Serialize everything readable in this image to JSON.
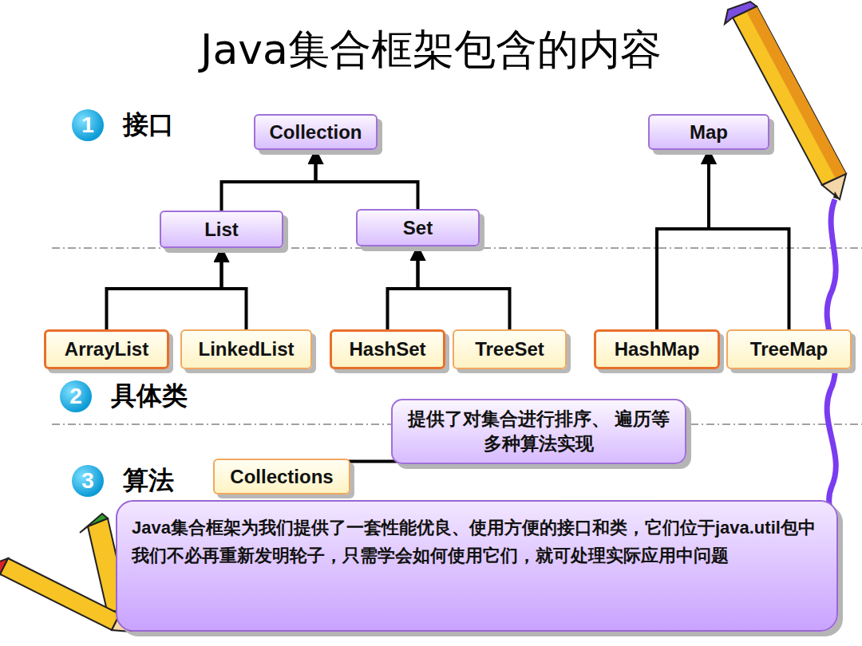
{
  "diagram": {
    "title": "Java集合框架包含的内容",
    "nodes": [
      {
        "text": [
          "1",
          "接口"
        ]
      },
      {
        "text": [
          "Collection"
        ]
      },
      {
        "text": [
          "Map"
        ]
      },
      {
        "text": [
          "List"
        ]
      },
      {
        "text": [
          "Set"
        ]
      },
      {
        "text": [
          "ArrayList"
        ]
      },
      {
        "text": [
          "LinkedList"
        ]
      },
      {
        "text": [
          "HashSet"
        ]
      },
      {
        "text": [
          "TreeSet"
        ]
      },
      {
        "text": [
          "HashMap"
        ]
      },
      {
        "text": [
          "TreeMap"
        ]
      },
      {
        "text": [
          "2",
          "具体类"
        ]
      },
      {
        "text": [
          "提供了对集合进行排序、 遍历等多种算法实现"
        ]
      },
      {
        "text": [
          "3",
          "算法"
        ]
      },
      {
        "text": [
          "Collections"
        ]
      },
      {
        "text": [
          "Java集合框架为我们提供了一套性能优良、使用方便的接口和类，它们位于java.util包中",
          "我们不必再重新发明轮子，只需学会如何使用它们，就可处理实际应用中问题"
        ]
      }
    ],
    "edges": [
      {
        "from": 3,
        "to": 1,
        "arrow": "to"
      },
      {
        "from": 4,
        "to": 1,
        "arrow": "to"
      },
      {
        "from": 5,
        "to": 3,
        "arrow": "to"
      },
      {
        "from": 6,
        "to": 3,
        "arrow": "to"
      },
      {
        "from": 7,
        "to": 4,
        "arrow": "to"
      },
      {
        "from": 8,
        "to": 4,
        "arrow": "to"
      },
      {
        "from": 9,
        "to": 2,
        "arrow": "to"
      },
      {
        "from": 10,
        "to": 2,
        "arrow": "to"
      },
      {
        "from": 14,
        "to": 12,
        "arrow": "none"
      }
    ]
  }
}
